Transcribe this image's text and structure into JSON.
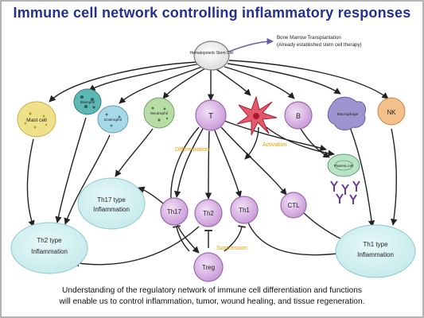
{
  "title": "Immune cell network controlling inflammatory responses",
  "stem_cell": "Hematopoietic Stem Cell",
  "bmt_note": {
    "line1": "Bone Marrow Transplantation",
    "line2": "(Already established stem cell therapy)"
  },
  "cells": {
    "mast": "Mast cell",
    "basophil": "Basophil",
    "eosinophil": "Eosinophil",
    "neutrophil": "Neutrophil",
    "t": "T",
    "b": "B",
    "macrophage": "Macrophage",
    "nk": "NK",
    "plasma": "Plasma cell",
    "th17": "Th17",
    "th2": "Th2",
    "th1": "Th1",
    "ctl": "CTL",
    "treg": "Treg"
  },
  "inflammation": {
    "th17_line1": "Th17 type",
    "th17_line2": "Inflammation",
    "th2_line1": "Th2 type",
    "th2_line2": "Inflammation",
    "th1_line1": "Th1 type",
    "th1_line2": "Inflammation"
  },
  "notes": {
    "differentiation": "Differentiation",
    "activation": "Activation",
    "suppression": "Suppression"
  },
  "caption": {
    "line1": "Understanding of the regulatory network of immune cell differentiation and functions",
    "line2": "will enable us to control inflammation, tumor, wound healing, and tissue regeneration."
  },
  "colors": {
    "frame": "#9a9a9a",
    "title": "#24308f",
    "t_lineage": "#d9b4e4",
    "inflammation_fill": "#cdeef0",
    "mast": "#efe08a",
    "basophil": "#5fb7b4",
    "eosinophil": "#a7d8e8",
    "neutrophil": "#b8dca6",
    "dendritic": "#c8283c",
    "macrophage": "#9f93cf",
    "nk": "#f2c08a",
    "plasma": "#b9e3c6",
    "antibody": "#6a3b95",
    "note_text": "#e8a000"
  }
}
